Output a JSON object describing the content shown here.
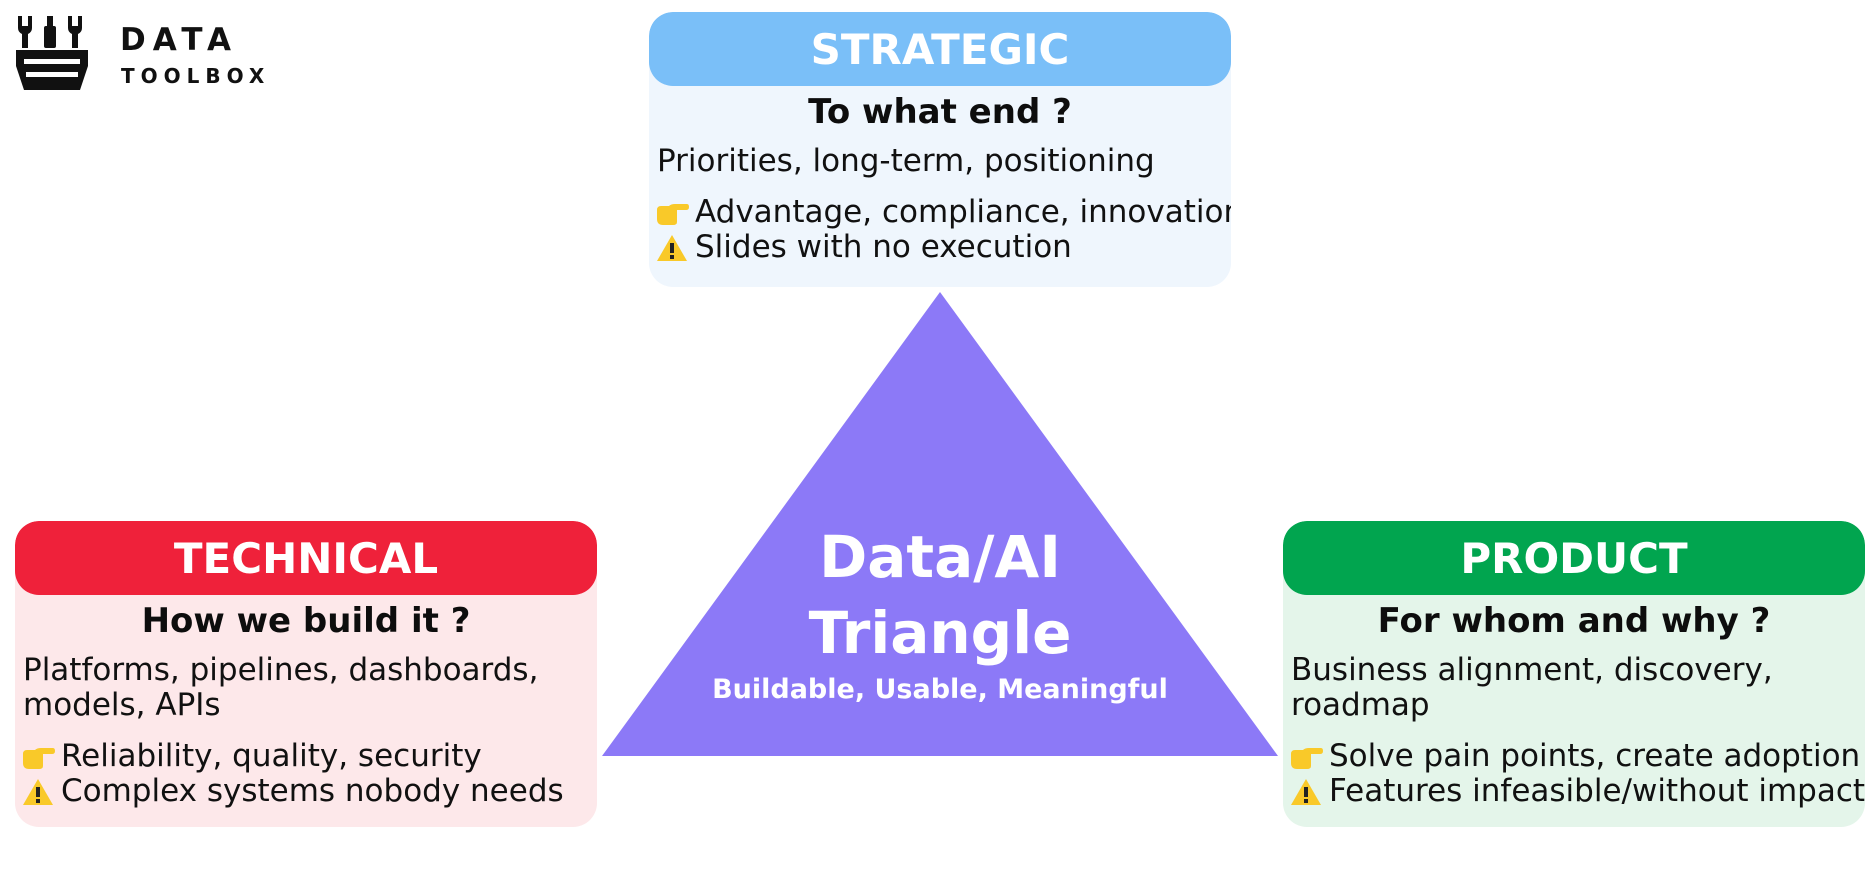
{
  "logo": {
    "line1": "DATA",
    "line2": "TOOLBOX",
    "icon": "toolbox-icon"
  },
  "colors": {
    "strategic": "#7abff8",
    "technical": "#ef213a",
    "product": "#01a54f",
    "triangle": "#8c79f7"
  },
  "center": {
    "title_line1": "Data/AI",
    "title_line2": "Triangle",
    "subtitle": "Buildable, Usable, Meaningful"
  },
  "strategic": {
    "header": "STRATEGIC",
    "question": "To what end ?",
    "body": "Priorities, long-term, positioning",
    "benefit": "Advantage, compliance, innovation",
    "risk": "Slides with no execution"
  },
  "technical": {
    "header": "TECHNICAL",
    "question": "How we build it ?",
    "body": "Platforms, pipelines, dashboards, models, APIs",
    "benefit": "Reliability, quality, security",
    "risk": "Complex systems nobody needs"
  },
  "product": {
    "header": "PRODUCT",
    "question": "For whom and why ?",
    "body": "Business alignment, discovery, roadmap",
    "benefit": "Solve pain points, create adoption",
    "risk": "Features infeasible/without impact"
  }
}
